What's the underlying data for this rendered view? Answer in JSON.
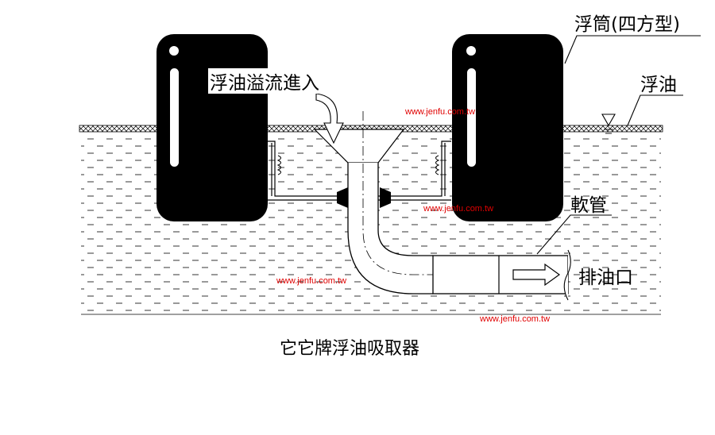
{
  "labels": {
    "float_square": "浮筒(四方型)",
    "floating_oil": "浮油",
    "overflow_inlet": "浮油溢流進入",
    "hose": "軟管",
    "drain_outlet": "排油口",
    "caption": "它它牌浮油吸取器"
  },
  "watermarks": [
    "www.jenfu.com.tw",
    "www.jenfu.com.tw",
    "www.jenfu.com.tw",
    "www.jenfu.com.tw"
  ],
  "colors": {
    "float": "#000000",
    "watermark": "#e00000",
    "line": "#000000"
  }
}
